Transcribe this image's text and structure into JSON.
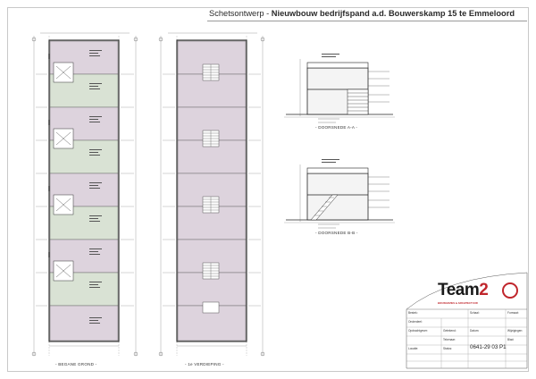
{
  "sheet": {
    "title_prefix": "Schetsontwerp - ",
    "title_main": "Nieuwbouw bedrijfspand a.d. Bouwerskamp 15 te Emmeloord"
  },
  "plans": {
    "ground_label": "- BEGANE GROND -",
    "first_label": "- 1e VERDIEPING -"
  },
  "sections": {
    "aa_label": "- DOORSNEDE A-A -",
    "bb_label": "- DOORSNEDE B-B -"
  },
  "titleblock": {
    "logo_text": "Team",
    "logo_number": "2",
    "logo_tagline": "BOUWADVIES & ARCHITECTUUR",
    "drawing_number": "0641-29 03 P1",
    "labels": [
      "Bestek:",
      "Onderdeel:",
      "Opdrachtgever:",
      "Getekend:",
      "Datum:",
      "Wijzigingen:",
      "Tekenaar:",
      "Schaal:",
      "Formaat:",
      "Locatie:",
      "Status:",
      "Blad:"
    ]
  },
  "colors": {
    "unit_fill_a": "#ddd3dd",
    "unit_fill_b": "#d9e2d4",
    "line": "#333333",
    "brand_red": "#c0262c"
  }
}
